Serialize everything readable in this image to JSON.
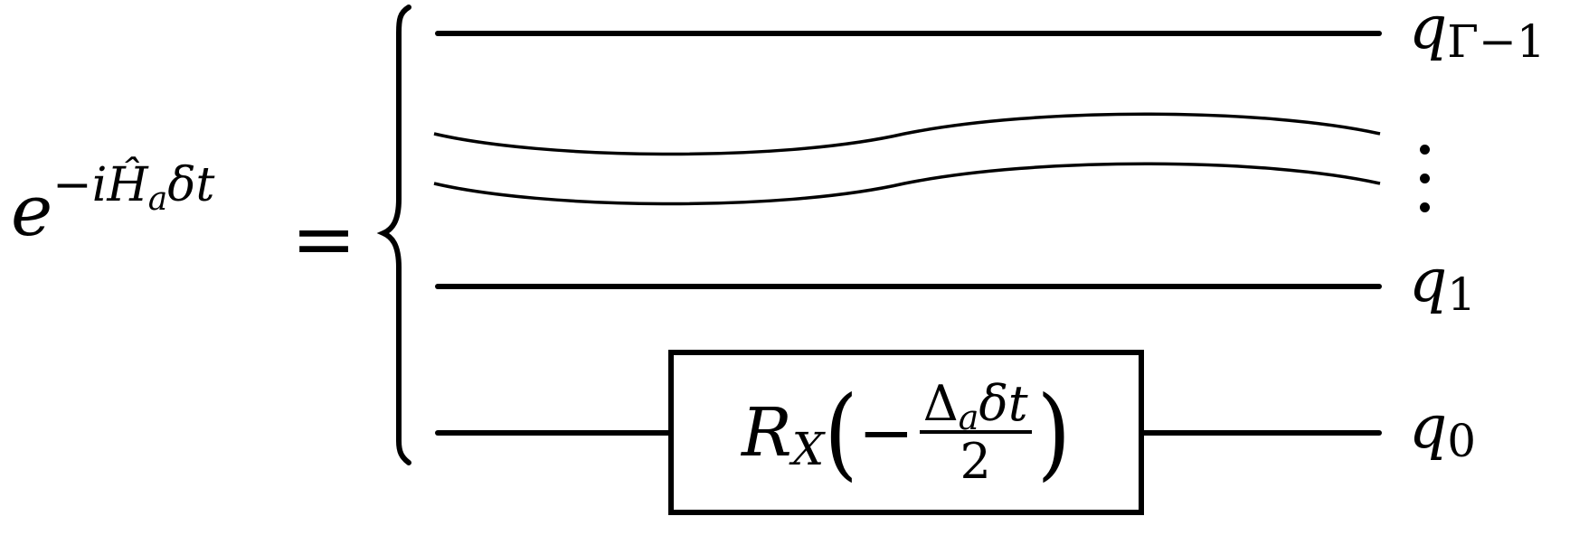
{
  "equation": {
    "lhs_base": "e",
    "lhs_exponent_prefix": "−i",
    "lhs_operator": "Ĥ",
    "lhs_operator_subscript": "a",
    "lhs_exponent_suffix": "δt",
    "equals": "="
  },
  "circuit": {
    "qubits": [
      {
        "id": "top",
        "symbol": "q",
        "subscript": "Γ−1"
      },
      {
        "id": "ellipsis",
        "symbol": "⋮"
      },
      {
        "id": "q1",
        "symbol": "q",
        "subscript": "1"
      },
      {
        "id": "q0",
        "symbol": "q",
        "subscript": "0"
      }
    ],
    "gate": {
      "name": "R",
      "name_subscript": "X",
      "open_paren": "(",
      "minus": "−",
      "numerator_symbol": "Δ",
      "numerator_subscript": "a",
      "numerator_suffix": "δt",
      "denominator": "2",
      "close_paren": ")",
      "target_qubit": "q0"
    }
  },
  "colors": {
    "line": "#000000",
    "background": "#ffffff"
  }
}
